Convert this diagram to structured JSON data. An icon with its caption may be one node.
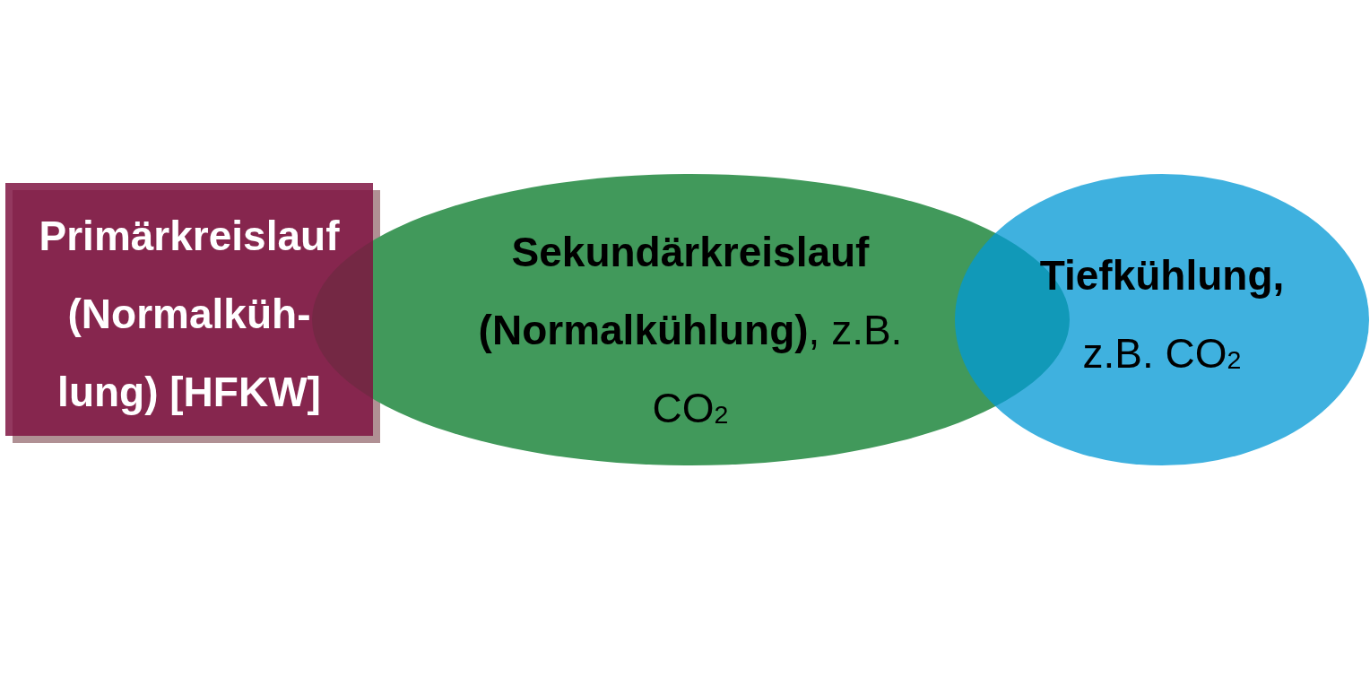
{
  "diagram": {
    "nodes": [
      {
        "text": [
          "Primärkreislauf (Normalküh- lung) [HFKW]"
        ]
      },
      {
        "text": [
          "**Sekundärkreislauf (Normalkühlung)**, z.B. CO$_{2}$"
        ]
      },
      {
        "text": [
          "**Tiefkühlung,** z.B. CO$_{2}$"
        ]
      }
    ]
  }
}
